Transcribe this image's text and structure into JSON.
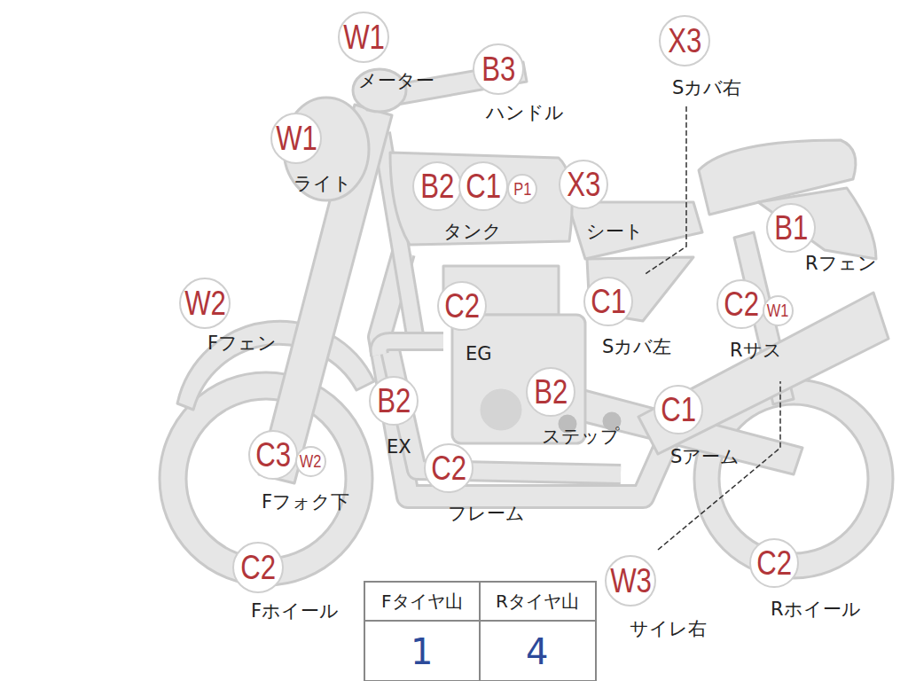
{
  "diagram": {
    "nodes": [
      {
        "text": [
          "W1"
        ]
      },
      {
        "text": [
          "B3"
        ]
      },
      {
        "text": [
          "X3"
        ]
      },
      {
        "text": [
          "W1"
        ]
      },
      {
        "text": [
          "B2"
        ]
      },
      {
        "text": [
          "C1"
        ]
      },
      {
        "text": [
          "P1"
        ]
      },
      {
        "text": [
          "X3"
        ]
      },
      {
        "text": [
          "B1"
        ]
      },
      {
        "text": [
          "W2"
        ]
      },
      {
        "text": [
          "C2"
        ]
      },
      {
        "text": [
          "C1"
        ]
      },
      {
        "text": [
          "C2"
        ]
      },
      {
        "text": [
          "W1"
        ]
      },
      {
        "text": [
          "B2"
        ]
      },
      {
        "text": [
          "B2"
        ]
      },
      {
        "text": [
          "C1"
        ]
      },
      {
        "text": [
          "C3"
        ]
      },
      {
        "text": [
          "W2"
        ]
      },
      {
        "text": [
          "C2"
        ]
      },
      {
        "text": [
          "C2"
        ]
      },
      {
        "text": [
          "C2"
        ]
      },
      {
        "text": [
          "W3"
        ]
      }
    ],
    "labels": [
      "メーター",
      "ハンドル",
      "Sカバ右",
      "ライト",
      "タンク",
      "シート",
      "Rフェン",
      "Fフェン",
      "EG",
      "Sカバ左",
      "Rサス",
      "EX",
      "ステップ",
      "Sアーム",
      "Fフォク下",
      "フレーム",
      "Fホイール",
      "サイレ右",
      "Rホイール",
      "Fタイヤ山",
      "Rタイヤ山",
      "1",
      "4"
    ]
  }
}
